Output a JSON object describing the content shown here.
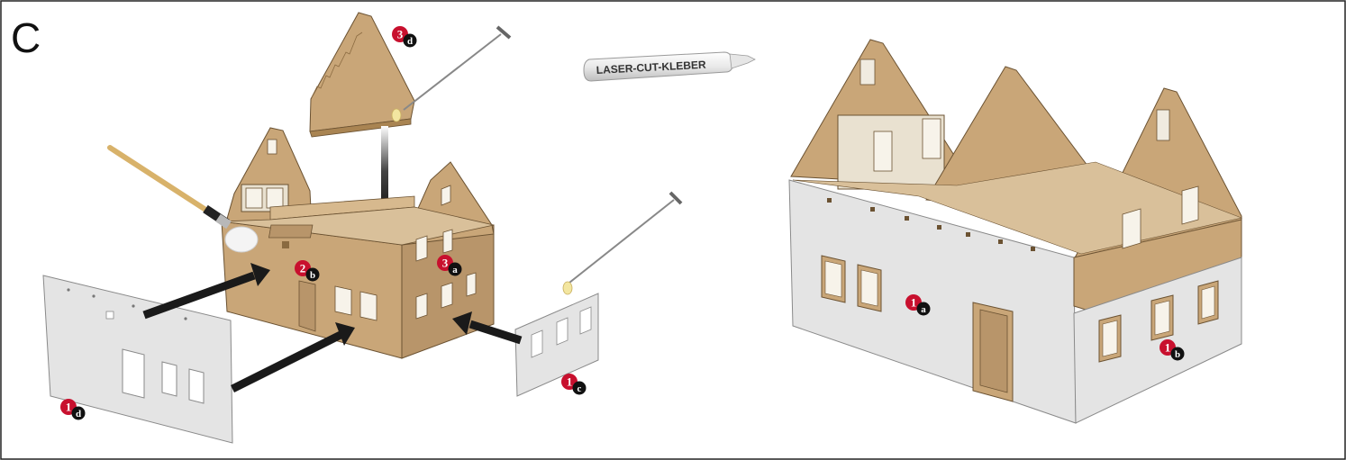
{
  "step_letter": "C",
  "glue_tube_label": "LASER-CUT-KLEBER",
  "colors": {
    "badge_red": "#c8102e",
    "badge_black": "#111111",
    "wood": "#c9a678",
    "wood_dark": "#a98452",
    "wood_light": "#d7b98e",
    "wall_grey": "#e4e4e4",
    "wall_grey_dark": "#c9c9c9",
    "arrow": "#1a1a1a"
  },
  "callouts": [
    {
      "id": "3d",
      "number": "3",
      "letter": "d"
    },
    {
      "id": "2b",
      "number": "2",
      "letter": "b"
    },
    {
      "id": "3a",
      "number": "3",
      "letter": "a"
    },
    {
      "id": "1d",
      "number": "1",
      "letter": "d"
    },
    {
      "id": "1c",
      "number": "1",
      "letter": "c"
    },
    {
      "id": "1a",
      "number": "1",
      "letter": "a"
    },
    {
      "id": "1b",
      "number": "1",
      "letter": "b"
    }
  ],
  "icons": [
    "paintbrush-icon",
    "glue-pin-icon",
    "glue-tube-icon",
    "assembly-arrow-icon"
  ]
}
